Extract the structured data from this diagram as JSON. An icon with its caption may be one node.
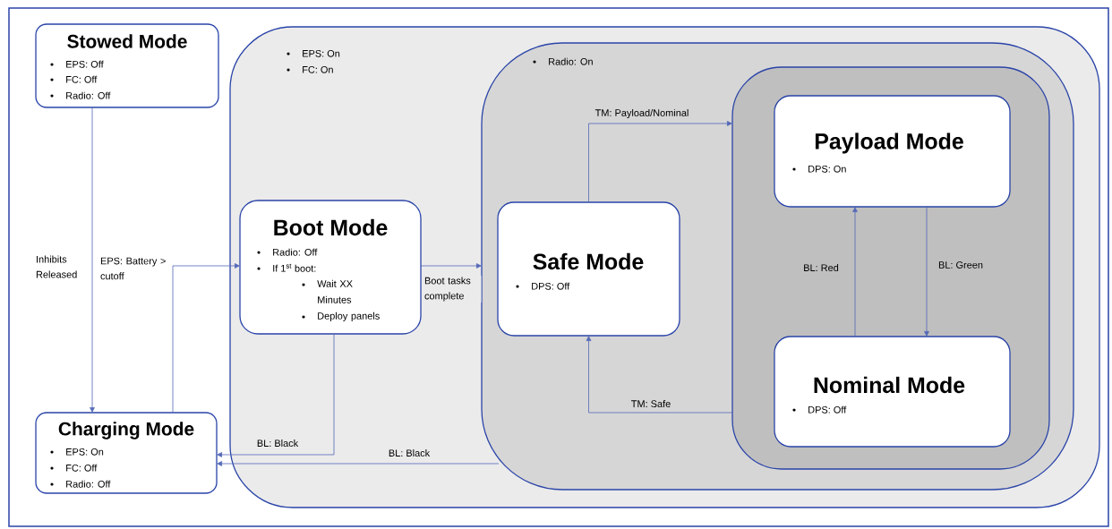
{
  "diagram": {
    "nodes": [
      {
        "text": [
          "Stowed Mode",
          "EPS: Off",
          "FC: Off",
          "Radio: Off"
        ]
      },
      {
        "text": [
          "Charging Mode",
          "EPS: On",
          "FC: Off",
          "Radio: Off"
        ]
      },
      {
        "text": [
          "EPS: On",
          "FC: On"
        ]
      },
      {
        "text": [
          "Boot Mode",
          "Radio: Off",
          "If 1$^{st}$ boot:",
          "Wait XX Minutes",
          "Deploy panels"
        ],
        "in": 2
      },
      {
        "text": [
          "Radio: On"
        ],
        "in": 2
      },
      {
        "text": [
          "Safe Mode",
          "DPS: Off"
        ],
        "in": 4
      },
      {
        "text": [],
        "shape": "box",
        "in": 4
      },
      {
        "text": [
          "Payload Mode",
          "DPS: On"
        ],
        "in": 6
      },
      {
        "text": [
          "Nominal Mode",
          "DPS: Off"
        ],
        "in": 6
      }
    ],
    "edges": [
      {
        "from": 0,
        "to": 1,
        "arrow": "to",
        "label": "Inhibits Released"
      },
      {
        "from": 1,
        "to": 3,
        "arrow": "to",
        "label": "EPS: Battery > cutoff"
      },
      {
        "from": 3,
        "to": 4,
        "arrow": "to",
        "label": "Boot tasks complete"
      },
      {
        "from": 3,
        "to": 1,
        "arrow": "to",
        "label": "BL: Black"
      },
      {
        "from": 4,
        "to": 1,
        "arrow": "to",
        "label": "BL: Black"
      },
      {
        "from": 5,
        "to": 6,
        "arrow": "to",
        "label": "TM: Payload/Nominal"
      },
      {
        "from": 6,
        "to": 5,
        "arrow": "to",
        "label": "TM: Safe"
      },
      {
        "from": 8,
        "to": 7,
        "arrow": "to",
        "label": "BL: Red"
      },
      {
        "from": 7,
        "to": 8,
        "arrow": "to",
        "label": "BL: Green"
      }
    ]
  }
}
